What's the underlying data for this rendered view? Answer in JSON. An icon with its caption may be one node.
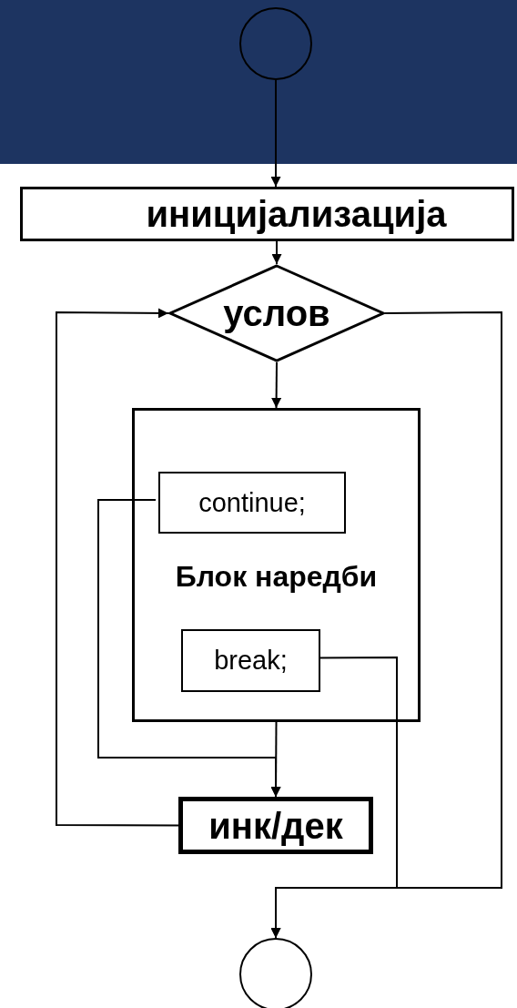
{
  "diagram": {
    "nodes": [
      {
        "text": [],
        "shape": "circle"
      },
      {
        "text": [
          "иницијализација"
        ]
      },
      {
        "text": [
          "услов"
        ]
      },
      {
        "text": [
          "Блок наредби"
        ]
      },
      {
        "text": [
          "continue;"
        ],
        "in": 3
      },
      {
        "text": [
          "break;"
        ],
        "in": 3
      },
      {
        "text": [
          "инк/дек"
        ]
      },
      {
        "text": [],
        "shape": "circle"
      }
    ],
    "edges": [
      {
        "from": 0,
        "to": 1,
        "arrow": "to"
      },
      {
        "from": 1,
        "to": 2,
        "arrow": "to"
      },
      {
        "from": 2,
        "to": 3,
        "arrow": "to"
      },
      {
        "from": 3,
        "to": 6,
        "arrow": "to"
      },
      {
        "from": 4,
        "to": 6,
        "arrow": "to"
      },
      {
        "from": 6,
        "to": 2,
        "arrow": "to"
      },
      {
        "from": 2,
        "to": 7,
        "arrow": "to"
      },
      {
        "from": 5,
        "to": 7,
        "arrow": "to"
      }
    ]
  }
}
